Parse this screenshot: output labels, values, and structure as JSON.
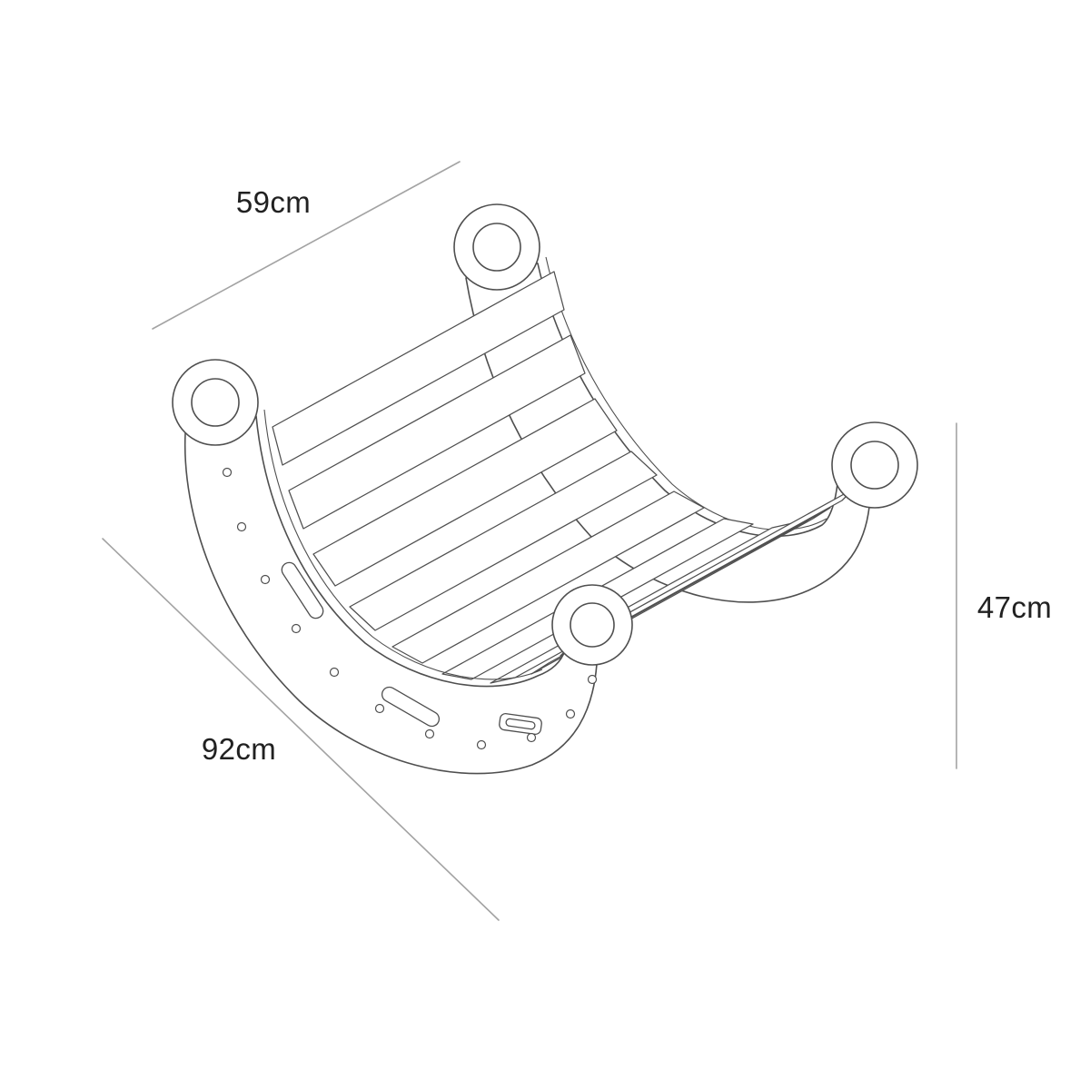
{
  "dimensions": {
    "width": {
      "label": "59cm"
    },
    "length": {
      "label": "92cm"
    },
    "height": {
      "label": "47cm"
    }
  },
  "colors": {
    "background": "#ffffff",
    "line": "#4f4f4f",
    "dimension_line": "#a3a3a3",
    "text": "#212121"
  }
}
